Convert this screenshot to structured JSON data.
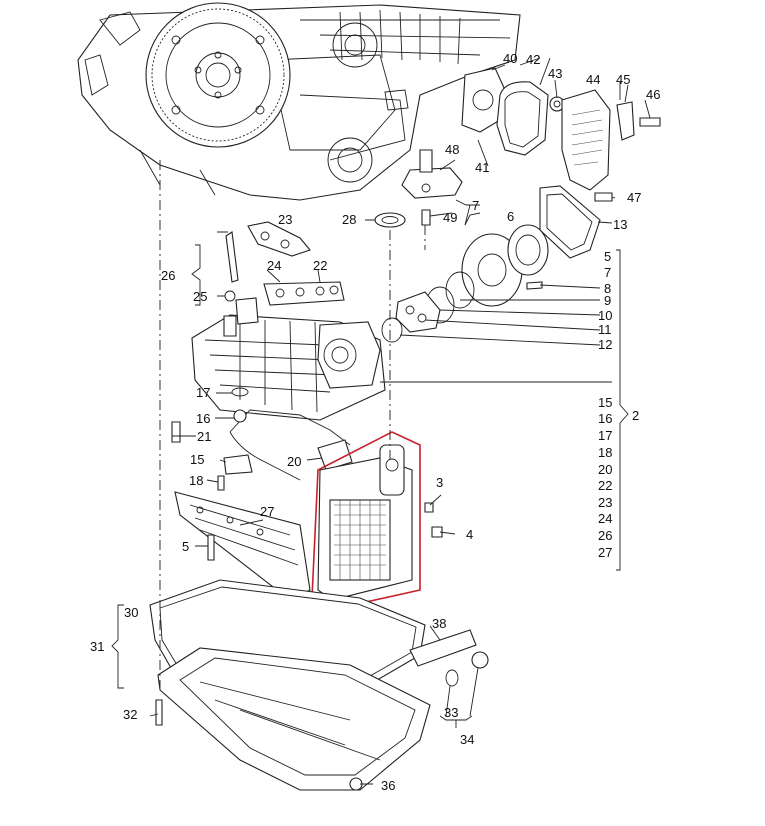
{
  "diagram": {
    "highlight_color": "#c8202b",
    "callouts": {
      "c2": "2",
      "c3": "3",
      "c4": "4",
      "c5a": "5",
      "c5b": "5",
      "c6": "6",
      "c7a": "7",
      "c7b": "7",
      "c8": "8",
      "c9": "9",
      "c10": "10",
      "c11": "11",
      "c12": "12",
      "c13": "13",
      "c15a": "15",
      "c15b": "15",
      "c16a": "16",
      "c16b": "16",
      "c17a": "17",
      "c17b": "17",
      "c18a": "18",
      "c18b": "18",
      "c20a": "20",
      "c20b": "20",
      "c21": "21",
      "c22a": "22",
      "c22b": "22",
      "c23a": "23",
      "c23b": "23",
      "c24a": "24",
      "c24b": "24",
      "c25": "25",
      "c26a": "26",
      "c26b": "26",
      "c27a": "27",
      "c27b": "27",
      "c28": "28",
      "c30": "30",
      "c31": "31",
      "c32": "32",
      "c33": "33",
      "c34": "34",
      "c36": "36",
      "c38": "38",
      "c40": "40",
      "c41": "41",
      "c42": "42",
      "c43": "43",
      "c44": "44",
      "c45": "45",
      "c46": "46",
      "c47": "47",
      "c48": "48",
      "c49": "49"
    }
  }
}
